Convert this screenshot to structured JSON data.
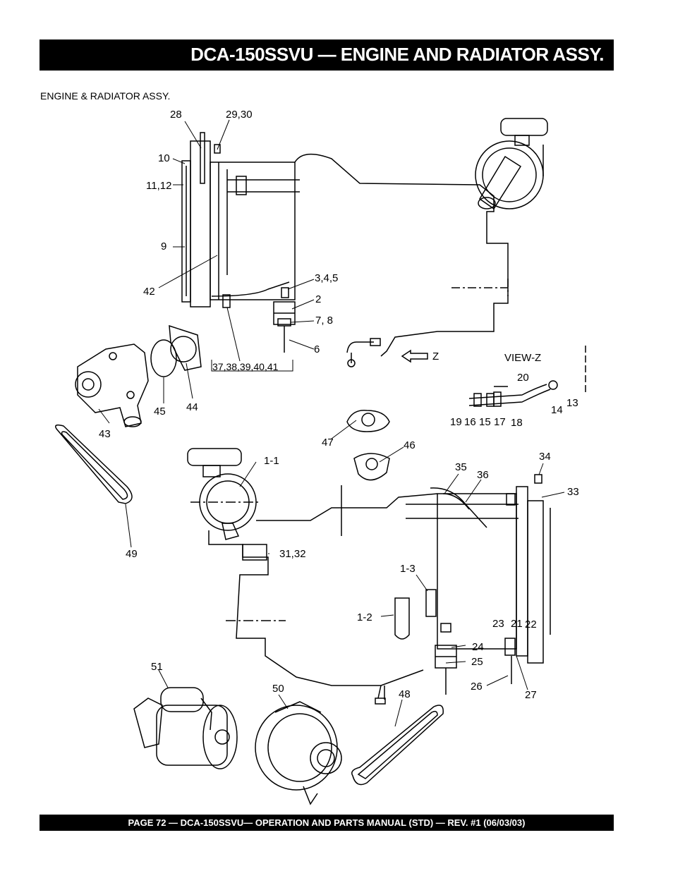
{
  "header": {
    "title": "DCA-150SSVU — ENGINE AND RADIATOR ASSY."
  },
  "section": {
    "title": "ENGINE & RADIATOR ASSY."
  },
  "diagram": {
    "callouts": {
      "c28": "28",
      "c29_30": "29,30",
      "c10": "10",
      "c11_12": "11,12",
      "c9": "9",
      "c42": "42",
      "c3_4_5": "3,4,5",
      "c2": "2",
      "c7_8": "7, 8",
      "c6": "6",
      "c37_41": "37,38,39,40,41",
      "cZ": "Z",
      "c45": "45",
      "c44": "44",
      "c43": "43",
      "cView": "VIEW-Z",
      "c20": "20",
      "c19": "19",
      "c16": "16",
      "c15": "15",
      "c17": "17",
      "c18": "18",
      "c14": "14",
      "c13": "13",
      "c47": "47",
      "c46": "46",
      "c49": "49",
      "c1_1": "1-1",
      "c31_32": "31,32",
      "c35": "35",
      "c36": "36",
      "c34": "34",
      "c33": "33",
      "c1_3": "1-3",
      "c1_2": "1-2",
      "c23": "23",
      "c21": "21",
      "c22": "22",
      "c24": "24",
      "c25": "25",
      "c26": "26",
      "c27": "27",
      "c51": "51",
      "c50": "50",
      "c48": "48"
    }
  },
  "footer": {
    "text": "PAGE 72 — DCA-150SSVU— OPERATION AND PARTS MANUAL (STD) — REV. #1 (06/03/03)"
  }
}
